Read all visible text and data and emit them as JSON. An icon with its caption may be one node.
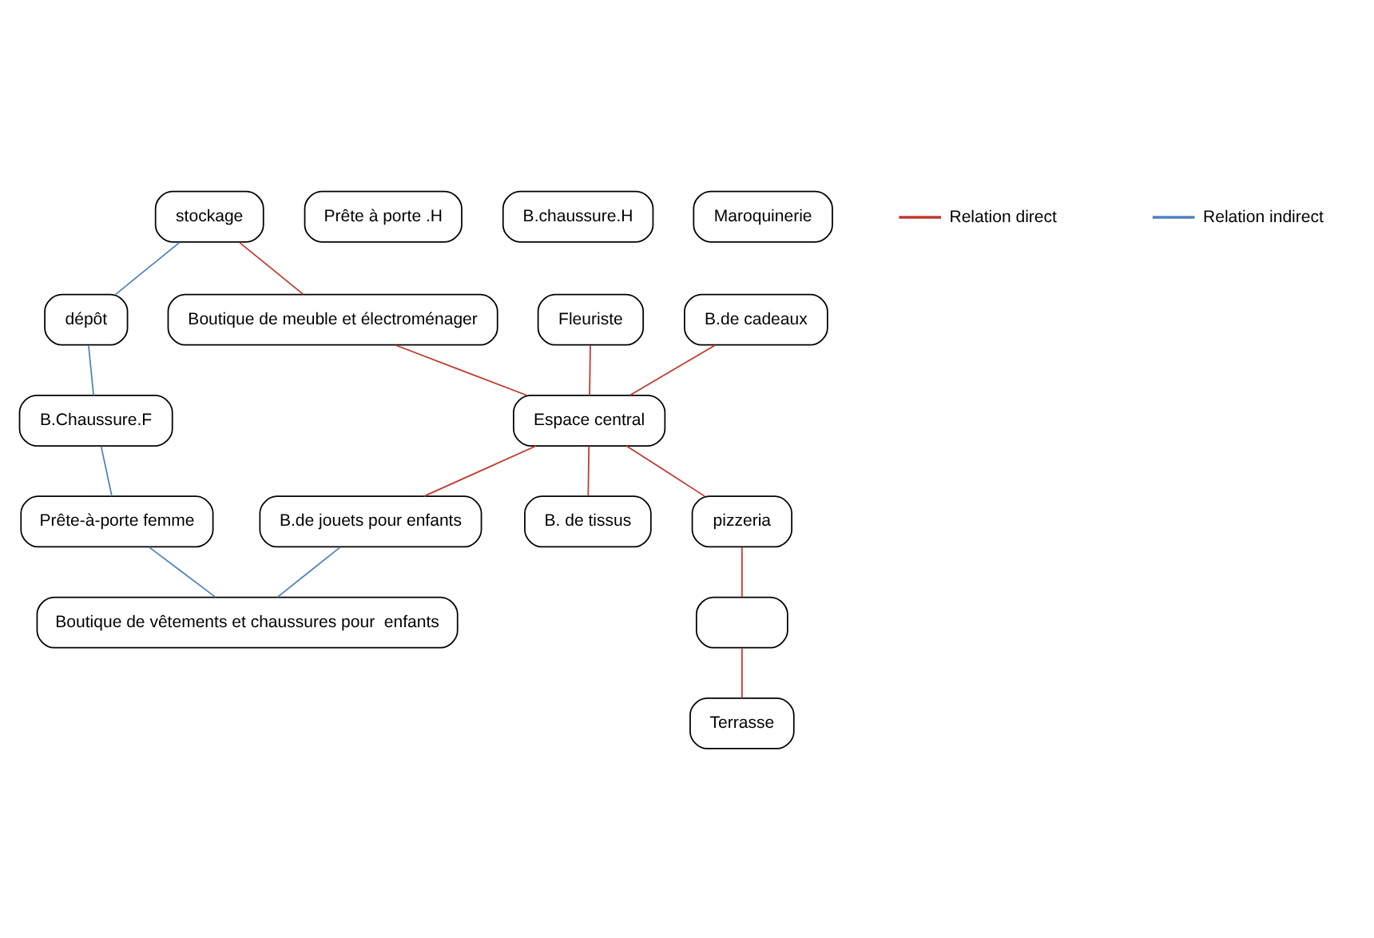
{
  "diagram": {
    "nodes": [
      {
        "text": [
          "stockage"
        ]
      },
      {
        "text": [
          "dépôt"
        ]
      },
      {
        "text": [
          "B.Chaussure.F"
        ]
      },
      {
        "text": [
          "Fleuriste"
        ]
      },
      {
        "text": [
          "B.de cadeaux"
        ]
      },
      {
        "text": [
          "Prête-à-porte femme"
        ]
      },
      {
        "text": [
          "B.de jouets pour enfants"
        ]
      },
      {
        "text": [
          "Boutique de vêtements et chaussures pour  enfants"
        ]
      },
      {
        "text": [
          "Boutique de meuble et électroménager"
        ]
      },
      {
        "text": [
          "Espace central"
        ]
      },
      {
        "text": [
          "Prête à porte .H"
        ]
      },
      {
        "text": [
          "B.chaussure.H"
        ]
      },
      {
        "text": [
          "B. de tissus"
        ]
      },
      {
        "text": [
          "Maroquinerie"
        ]
      },
      {
        "text": [
          "pizzeria"
        ]
      },
      {
        "text": [],
        "shape": "box"
      },
      {
        "text": [
          "Terrasse"
        ]
      }
    ],
    "edges": [
      {
        "from": 0,
        "to": 1,
        "arrow": "none",
        "color": "#4f81bd"
      },
      {
        "from": 1,
        "to": 2,
        "arrow": "none",
        "color": "#4f81bd"
      },
      {
        "from": 2,
        "to": 5,
        "arrow": "none",
        "color": "#4f81bd"
      },
      {
        "from": 5,
        "to": 7,
        "arrow": "none",
        "color": "#4f81bd"
      },
      {
        "from": 6,
        "to": 7,
        "arrow": "none",
        "color": "#4f81bd"
      },
      {
        "from": 0,
        "to": 8,
        "arrow": "none"
      },
      {
        "from": 3,
        "to": 9,
        "arrow": "none"
      },
      {
        "from": 4,
        "to": 9,
        "arrow": "none"
      },
      {
        "from": 8,
        "to": 9,
        "arrow": "none"
      },
      {
        "from": 9,
        "to": 6,
        "arrow": "none"
      },
      {
        "from": 9,
        "to": 12,
        "arrow": "none"
      },
      {
        "from": 9,
        "to": 14,
        "arrow": "none"
      },
      {
        "from": 14,
        "to": 15,
        "arrow": "none"
      },
      {
        "from": 15,
        "to": 16,
        "arrow": "none"
      }
    ],
    "legend": [
      {
        "text": "Relation direct"
      },
      {
        "text": "Relation indirect"
      }
    ]
  }
}
